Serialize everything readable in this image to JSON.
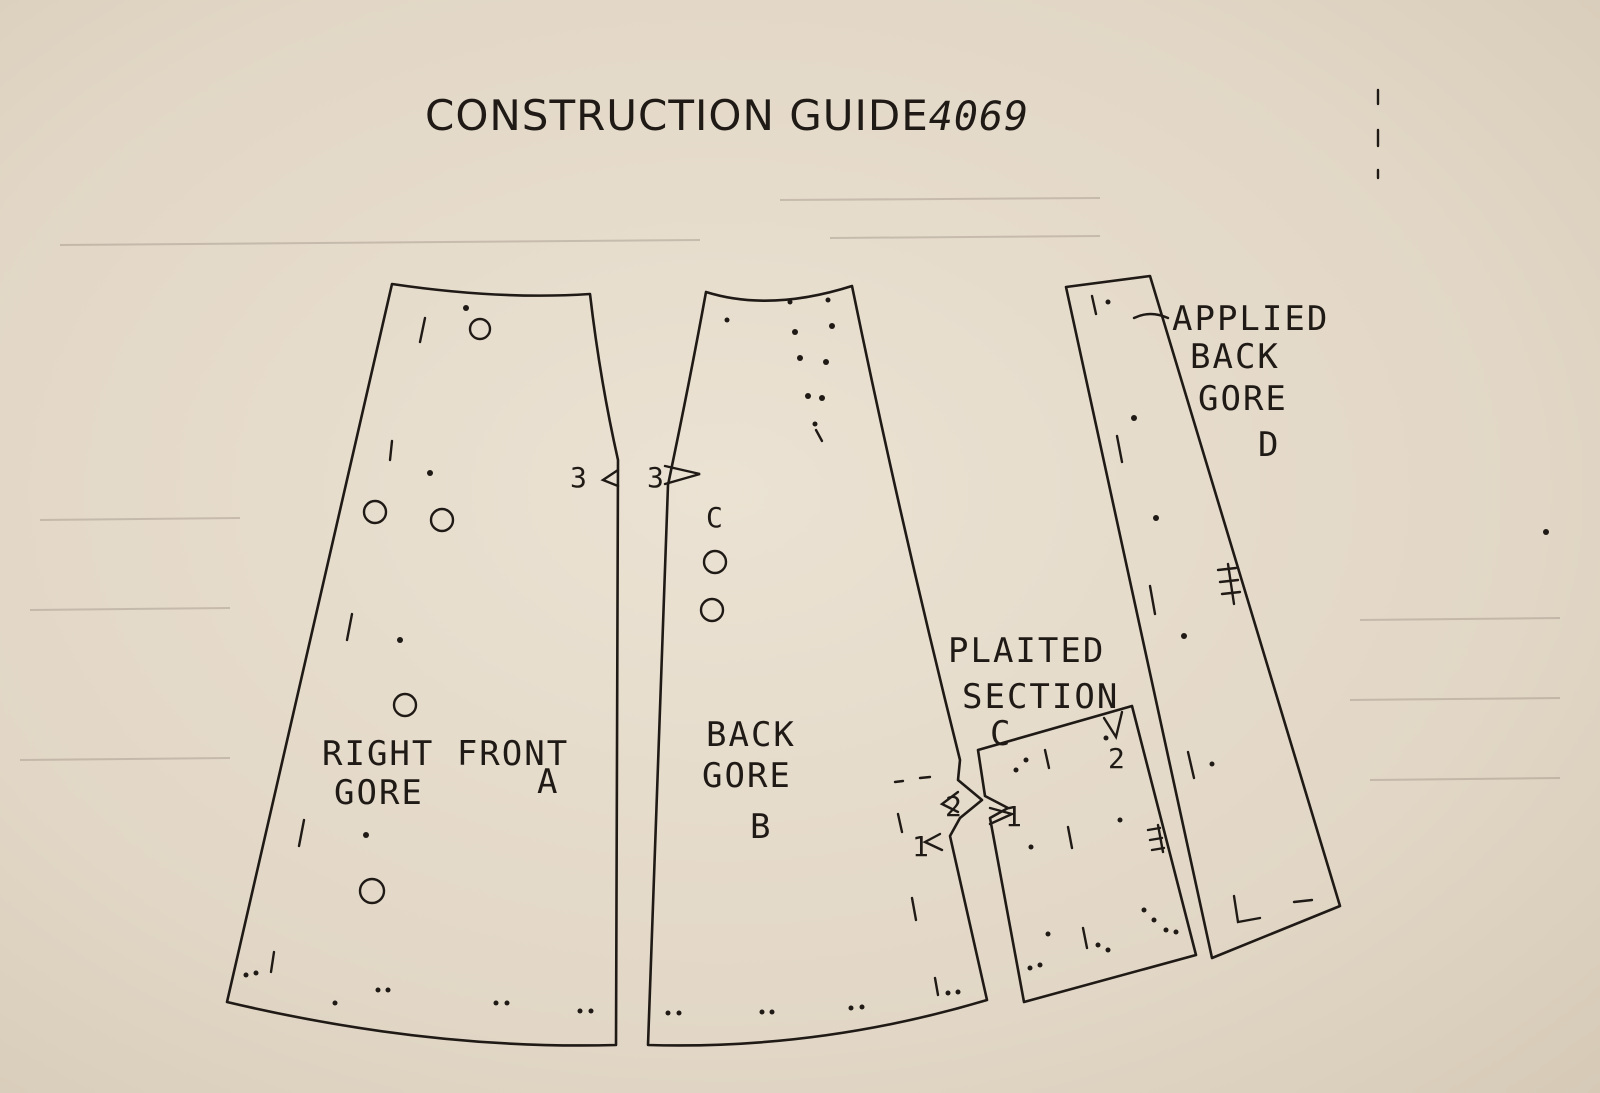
{
  "title": {
    "text": "CONSTRUCTION GUIDE",
    "number": "4069"
  },
  "pieces": {
    "right_front_gore": {
      "line1": "RIGHT FRONT",
      "line2": "GORE",
      "letter": "A"
    },
    "back_gore": {
      "line1": "BACK",
      "line2": "GORE",
      "letter": "B"
    },
    "plaited_section": {
      "line1": "PLAITED",
      "line2": "SECTION",
      "letter": "C"
    },
    "applied_back_gore": {
      "line1": "APPLIED",
      "line2": "BACK",
      "line3": "GORE",
      "letter": "D"
    }
  },
  "notches": {
    "a_b_left": "3",
    "a_b_right": "3",
    "b_c_upper": "2",
    "b_c_lower": "1",
    "b_c_lower_left": "1",
    "c_top_right": "2"
  }
}
